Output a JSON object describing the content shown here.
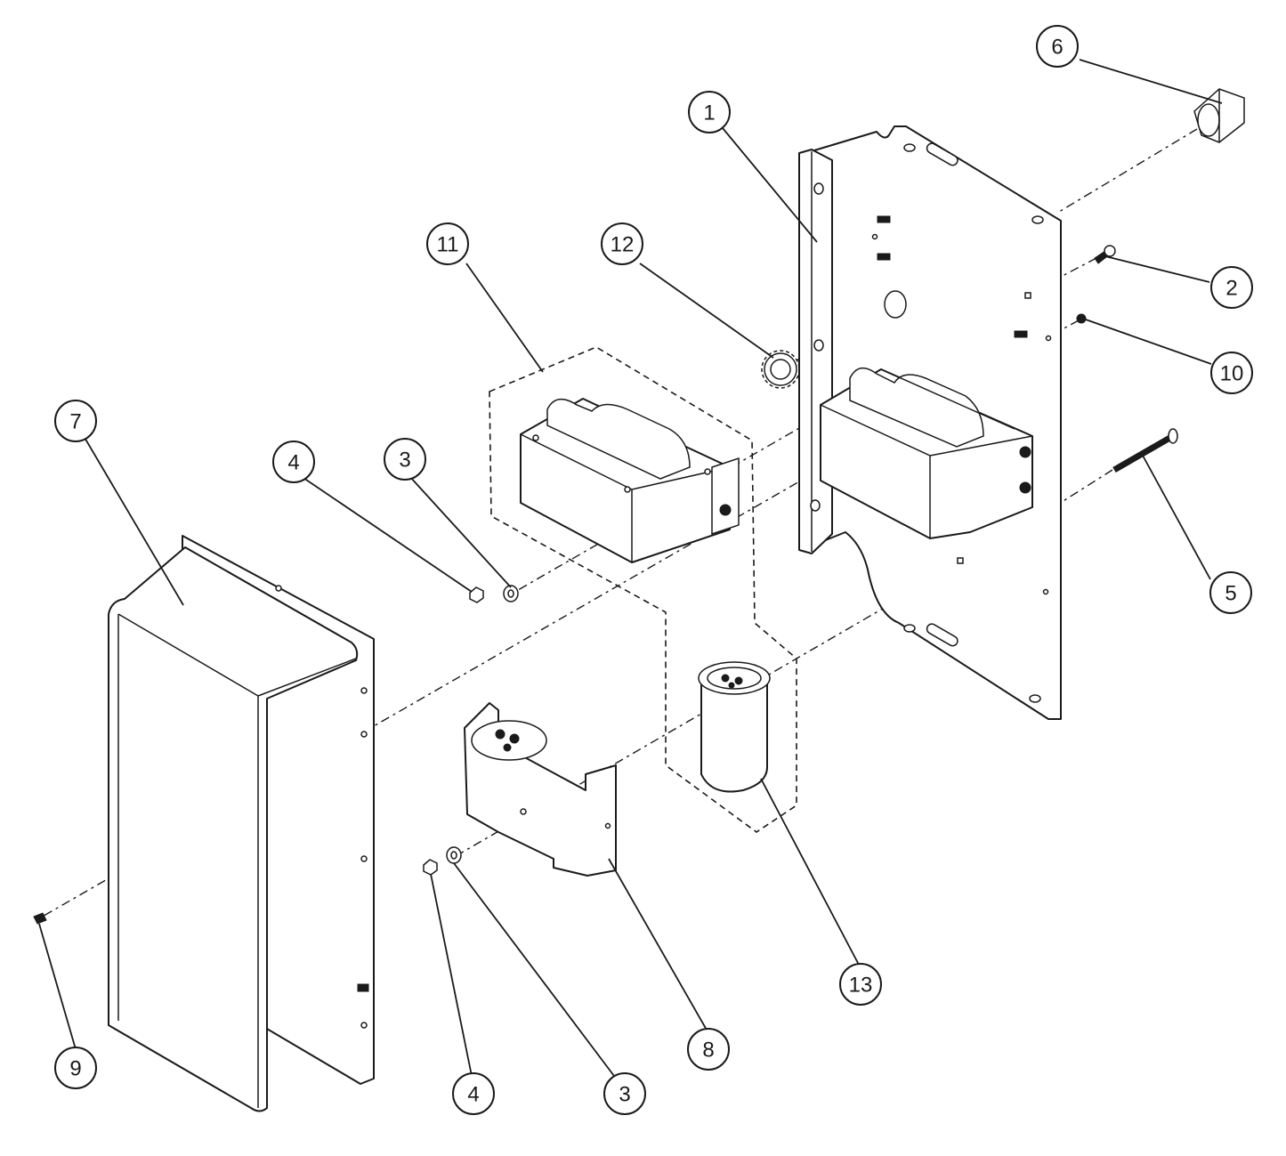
{
  "callouts": [
    {
      "id": "c1",
      "label": "1"
    },
    {
      "id": "c2",
      "label": "2"
    },
    {
      "id": "c3a",
      "label": "3"
    },
    {
      "id": "c3b",
      "label": "3"
    },
    {
      "id": "c4a",
      "label": "4"
    },
    {
      "id": "c4b",
      "label": "4"
    },
    {
      "id": "c5",
      "label": "5"
    },
    {
      "id": "c6",
      "label": "6"
    },
    {
      "id": "c7",
      "label": "7"
    },
    {
      "id": "c8",
      "label": "8"
    },
    {
      "id": "c9",
      "label": "9"
    },
    {
      "id": "c10",
      "label": "10"
    },
    {
      "id": "c11",
      "label": "11"
    },
    {
      "id": "c12",
      "label": "12"
    },
    {
      "id": "c13",
      "label": "13"
    }
  ]
}
